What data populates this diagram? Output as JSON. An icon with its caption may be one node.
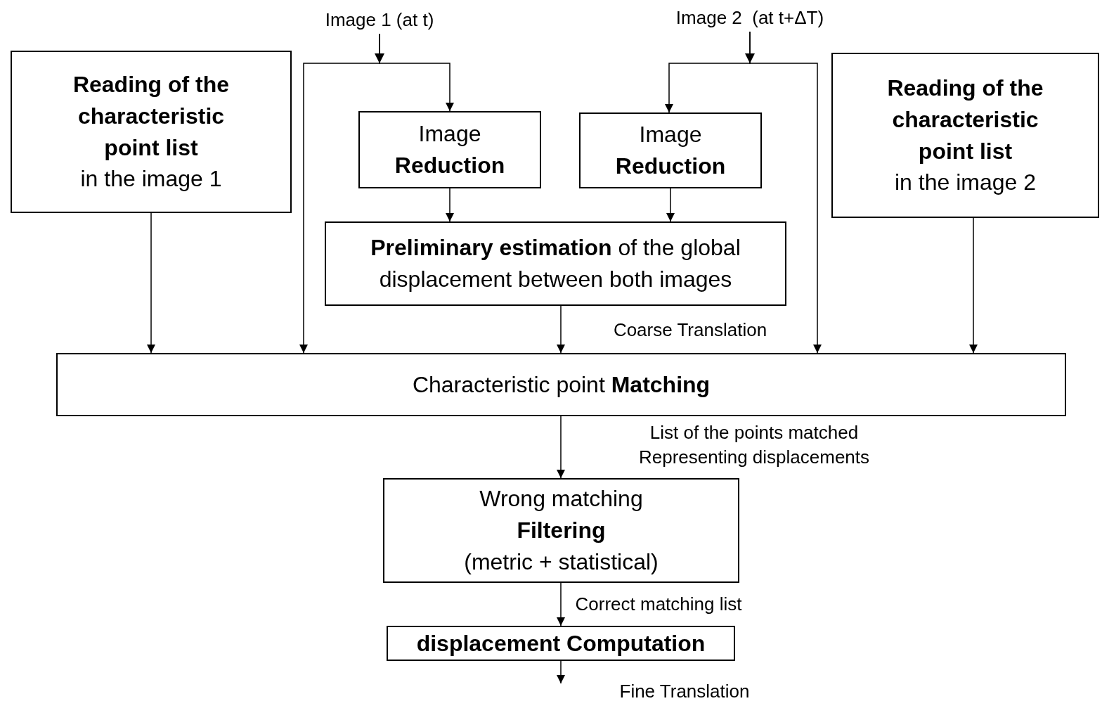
{
  "diagram": {
    "nodes": [
      {
        "text": [
          "Image 1 (at t)"
        ]
      },
      {
        "text": [
          "Image 2  (at t+ΔT)"
        ]
      },
      {
        "text": [
          "**Reading of the characteristic point list** in the image 1"
        ]
      },
      {
        "text": [
          "Image **Reduction**"
        ]
      },
      {
        "text": [
          "Image **Reduction**"
        ]
      },
      {
        "text": [
          "**Reading of the characteristic point list** in the image 2"
        ]
      },
      {
        "text": [
          "**Preliminary estimation** of the global displacement between both images"
        ]
      },
      {
        "text": [
          "Characteristic point **Matching**"
        ]
      },
      {
        "text": [
          "Wrong matching **Filtering** (metric + statistical)"
        ]
      },
      {
        "text": [
          "displacement Computation"
        ]
      }
    ],
    "edges": [
      {
        "from": 0,
        "to": 3,
        "arrow": "to"
      },
      {
        "from": 0,
        "to": 7,
        "arrow": "to"
      },
      {
        "from": 1,
        "to": 4,
        "arrow": "to"
      },
      {
        "from": 1,
        "to": 7,
        "arrow": "to"
      },
      {
        "from": 2,
        "to": 7,
        "arrow": "to"
      },
      {
        "from": 3,
        "to": 6,
        "arrow": "to"
      },
      {
        "from": 4,
        "to": 6,
        "arrow": "to"
      },
      {
        "from": 5,
        "to": 7,
        "arrow": "to"
      },
      {
        "from": 6,
        "to": 7,
        "arrow": "to",
        "label": "Coarse Translation"
      },
      {
        "from": 7,
        "to": 8,
        "arrow": "to",
        "label": "List of the points matched Representing displacements"
      },
      {
        "from": 8,
        "to": 9,
        "arrow": "to",
        "label": "Correct matching list"
      },
      {
        "from": 9,
        "to": null,
        "arrow": "to",
        "label": "Fine Translation"
      }
    ]
  }
}
